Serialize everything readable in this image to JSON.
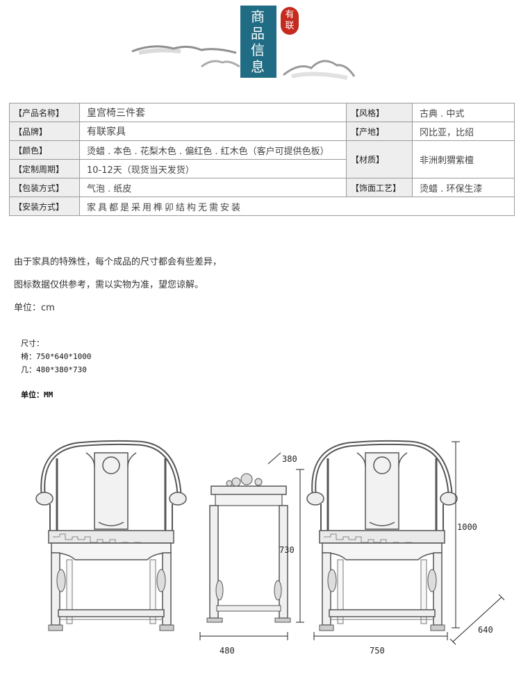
{
  "header": {
    "title_chars": [
      "商",
      "品",
      "信",
      "息"
    ],
    "seal_chars": [
      "有",
      "联"
    ],
    "colors": {
      "title_bg": "#1f6c84",
      "seal_bg": "#c52a1e"
    }
  },
  "spec": {
    "product_name": {
      "label": "【产品名称】",
      "value": "皇宫椅三件套"
    },
    "style": {
      "label": "【风格】",
      "value": "古典 . 中式"
    },
    "brand": {
      "label": "【品牌】",
      "value": "有联家具"
    },
    "origin": {
      "label": "【产地】",
      "value": "冈比亚，比绍"
    },
    "color": {
      "label": "【颜色】",
      "value": "烫蜡 . 本色 . 花梨木色 . 偏红色 . 红木色（客户可提供色板）"
    },
    "material": {
      "label": "【材质】",
      "value": "非洲刺猬紫檀"
    },
    "lead_time": {
      "label": "【定制周期】",
      "value": "10-12天（现货当天发货）"
    },
    "packaging": {
      "label": "【包装方式】",
      "value": "气泡 . 纸皮"
    },
    "finish": {
      "label": "【饰面工艺】",
      "value": "烫蜡 . 环保生漆"
    },
    "install": {
      "label": "【安装方式】",
      "value": "家具都是采用榫卯结构无需安装"
    }
  },
  "notes": {
    "line1": "由于家具的特殊性，每个成品的尺寸都会有些差异，",
    "line2": "图标数据仅供参考，需以实物为准，望您谅解。",
    "unit": "单位：cm"
  },
  "dimensions_block": {
    "title": "尺寸：",
    "chair": "椅：750*640*1000",
    "table": "几：480*380*730",
    "unit": "单位：MM"
  },
  "diagram_labels": {
    "table_depth": "380",
    "table_height": "730",
    "table_width": "480",
    "chair_height": "1000",
    "chair_width": "750",
    "chair_depth": "640"
  }
}
